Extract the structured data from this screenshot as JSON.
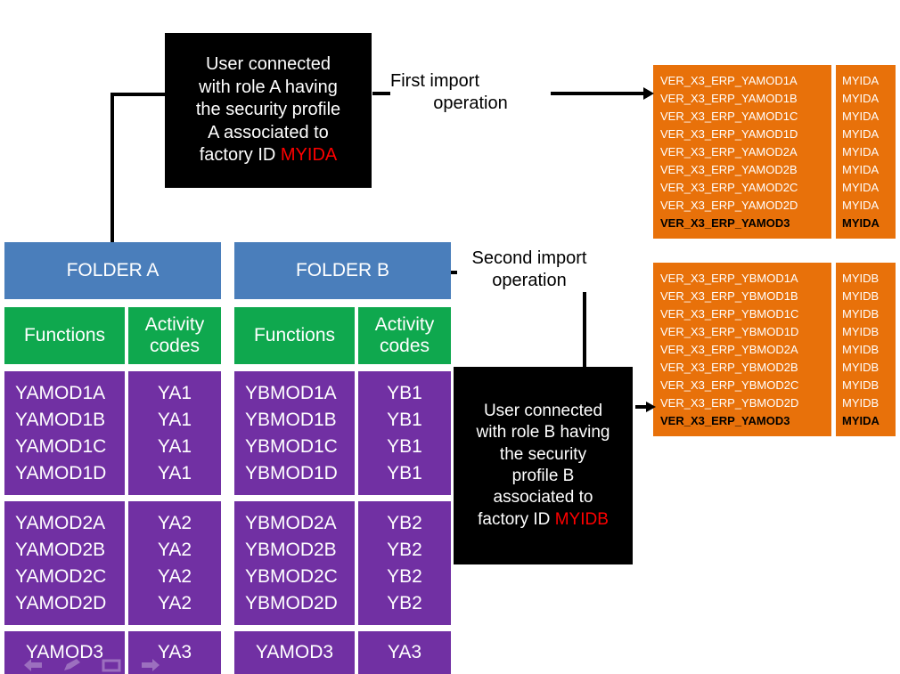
{
  "diagram": {
    "title": "Security profile folder import diagram",
    "colors": {
      "folder_header": "#4a7ebb",
      "subheader": "#0fa84e",
      "cells": "#7130a3",
      "result_table": "#e8710a",
      "callout_bg": "#000000",
      "highlight": "#ff0000"
    }
  },
  "callouts": {
    "role_a": {
      "line1": "User connected",
      "line2": "with role A having",
      "line3": "the security profile",
      "line4": "A associated to",
      "line5_prefix": "factory ID ",
      "line5_highlight": "MYIDA"
    },
    "role_b": {
      "line1": "User connected",
      "line2": "with role B having",
      "line3": "the security",
      "line4": "profile B",
      "line5": "associated to",
      "line6_prefix": "factory ID ",
      "line6_highlight": "MYIDB"
    }
  },
  "arrows": {
    "first_import": {
      "line1": "First import",
      "line2": "operation"
    },
    "second_import": {
      "line1": "Second import",
      "line2": "operation"
    }
  },
  "folders": [
    {
      "name": "FOLDER A",
      "col_functions": "Functions",
      "col_activity_codes_l1": "Activity",
      "col_activity_codes_l2": "codes",
      "groups": [
        {
          "functions": [
            "YAMOD1A",
            "YAMOD1B",
            "YAMOD1C",
            "YAMOD1D"
          ],
          "codes": [
            "YA1",
            "YA1",
            "YA1",
            "YA1"
          ]
        },
        {
          "functions": [
            "YAMOD2A",
            "YAMOD2B",
            "YAMOD2C",
            "YAMOD2D"
          ],
          "codes": [
            "YA2",
            "YA2",
            "YA2",
            "YA2"
          ]
        },
        {
          "functions": [
            "YAMOD3"
          ],
          "codes": [
            "YA3"
          ]
        }
      ]
    },
    {
      "name": "FOLDER B",
      "col_functions": "Functions",
      "col_activity_codes_l1": "Activity",
      "col_activity_codes_l2": "codes",
      "groups": [
        {
          "functions": [
            "YBMOD1A",
            "YBMOD1B",
            "YBMOD1C",
            "YBMOD1D"
          ],
          "codes": [
            "YB1",
            "YB1",
            "YB1",
            "YB1"
          ]
        },
        {
          "functions": [
            "YBMOD2A",
            "YBMOD2B",
            "YBMOD2C",
            "YBMOD2D"
          ],
          "codes": [
            "YB2",
            "YB2",
            "YB2",
            "YB2"
          ]
        },
        {
          "functions": [
            "YAMOD3"
          ],
          "codes": [
            "YA3"
          ]
        }
      ]
    }
  ],
  "results": [
    {
      "id": "first-import-result",
      "rows": [
        {
          "name": "VER_X3_ERP_YAMOD1A",
          "factory": "MYIDA",
          "dark": false
        },
        {
          "name": "VER_X3_ERP_YAMOD1B",
          "factory": "MYIDA",
          "dark": false
        },
        {
          "name": "VER_X3_ERP_YAMOD1C",
          "factory": "MYIDA",
          "dark": false
        },
        {
          "name": "VER_X3_ERP_YAMOD1D",
          "factory": "MYIDA",
          "dark": false
        },
        {
          "name": "VER_X3_ERP_YAMOD2A",
          "factory": "MYIDA",
          "dark": false
        },
        {
          "name": "VER_X3_ERP_YAMOD2B",
          "factory": "MYIDA",
          "dark": false
        },
        {
          "name": "VER_X3_ERP_YAMOD2C",
          "factory": "MYIDA",
          "dark": false
        },
        {
          "name": "VER_X3_ERP_YAMOD2D",
          "factory": "MYIDA",
          "dark": false
        },
        {
          "name": "VER_X3_ERP_YAMOD3",
          "factory": "MYIDA",
          "dark": true
        }
      ]
    },
    {
      "id": "second-import-result",
      "rows": [
        {
          "name": "VER_X3_ERP_YBMOD1A",
          "factory": "MYIDB",
          "dark": false
        },
        {
          "name": "VER_X3_ERP_YBMOD1B",
          "factory": "MYIDB",
          "dark": false
        },
        {
          "name": "VER_X3_ERP_YBMOD1C",
          "factory": "MYIDB",
          "dark": false
        },
        {
          "name": "VER_X3_ERP_YBMOD1D",
          "factory": "MYIDB",
          "dark": false
        },
        {
          "name": "VER_X3_ERP_YBMOD2A",
          "factory": "MYIDB",
          "dark": false
        },
        {
          "name": "VER_X3_ERP_YBMOD2B",
          "factory": "MYIDB",
          "dark": false
        },
        {
          "name": "VER_X3_ERP_YBMOD2C",
          "factory": "MYIDB",
          "dark": false
        },
        {
          "name": "VER_X3_ERP_YBMOD2D",
          "factory": "MYIDB",
          "dark": false
        },
        {
          "name": "VER_X3_ERP_YAMOD3",
          "factory": "MYIDA",
          "dark": true
        }
      ]
    }
  ],
  "ghost_toolbar": [
    "back-arrow-icon",
    "pencil-icon",
    "rectangle-icon",
    "forward-arrow-icon"
  ]
}
